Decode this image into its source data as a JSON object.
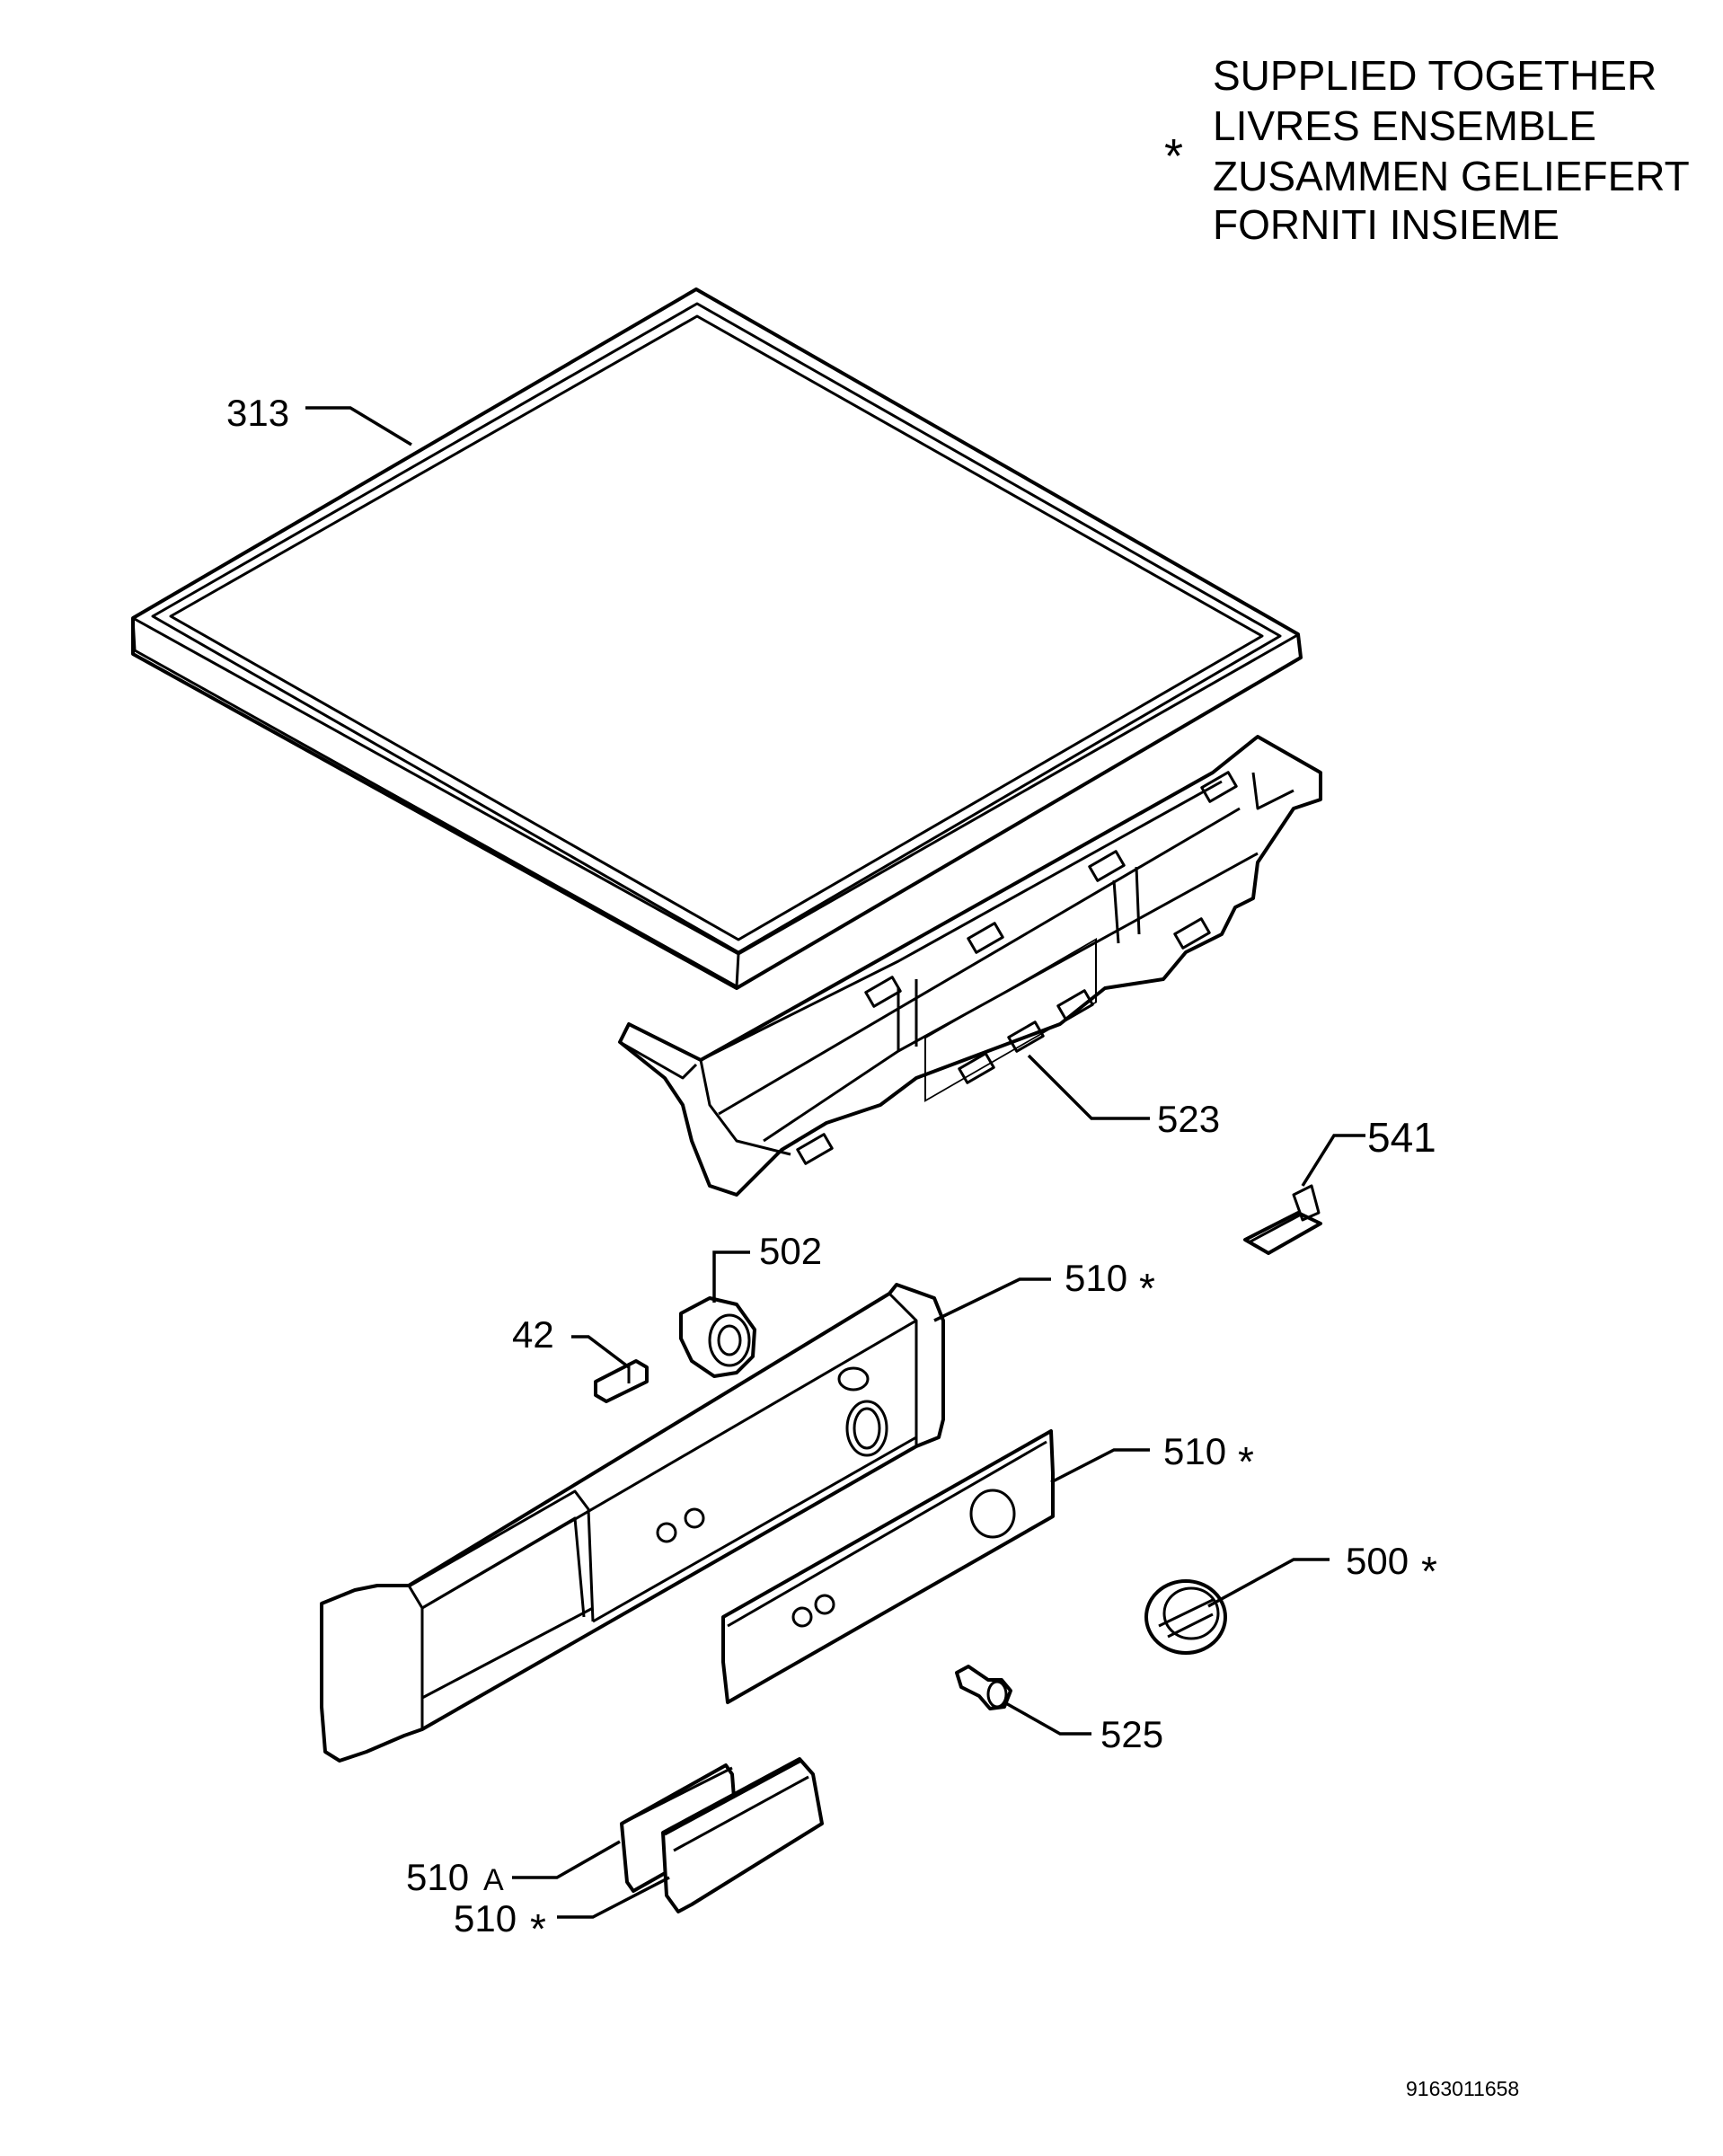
{
  "legend": {
    "symbol": "*",
    "lines": [
      "SUPPLIED TOGETHER",
      "LIVRES ENSEMBLE",
      "ZUSAMMEN GELIEFERT",
      "FORNITI INSIEME"
    ]
  },
  "callouts": {
    "c313": "313",
    "c523": "523",
    "c541": "541",
    "c502": "502",
    "c510_panel": "510",
    "c42": "42",
    "c510_plate": "510",
    "c500": "500",
    "c525": "525",
    "c510a": "510",
    "c510a_suffix": "A",
    "c510_handle": "510",
    "star": "*"
  },
  "drawing_number": "9163011658"
}
